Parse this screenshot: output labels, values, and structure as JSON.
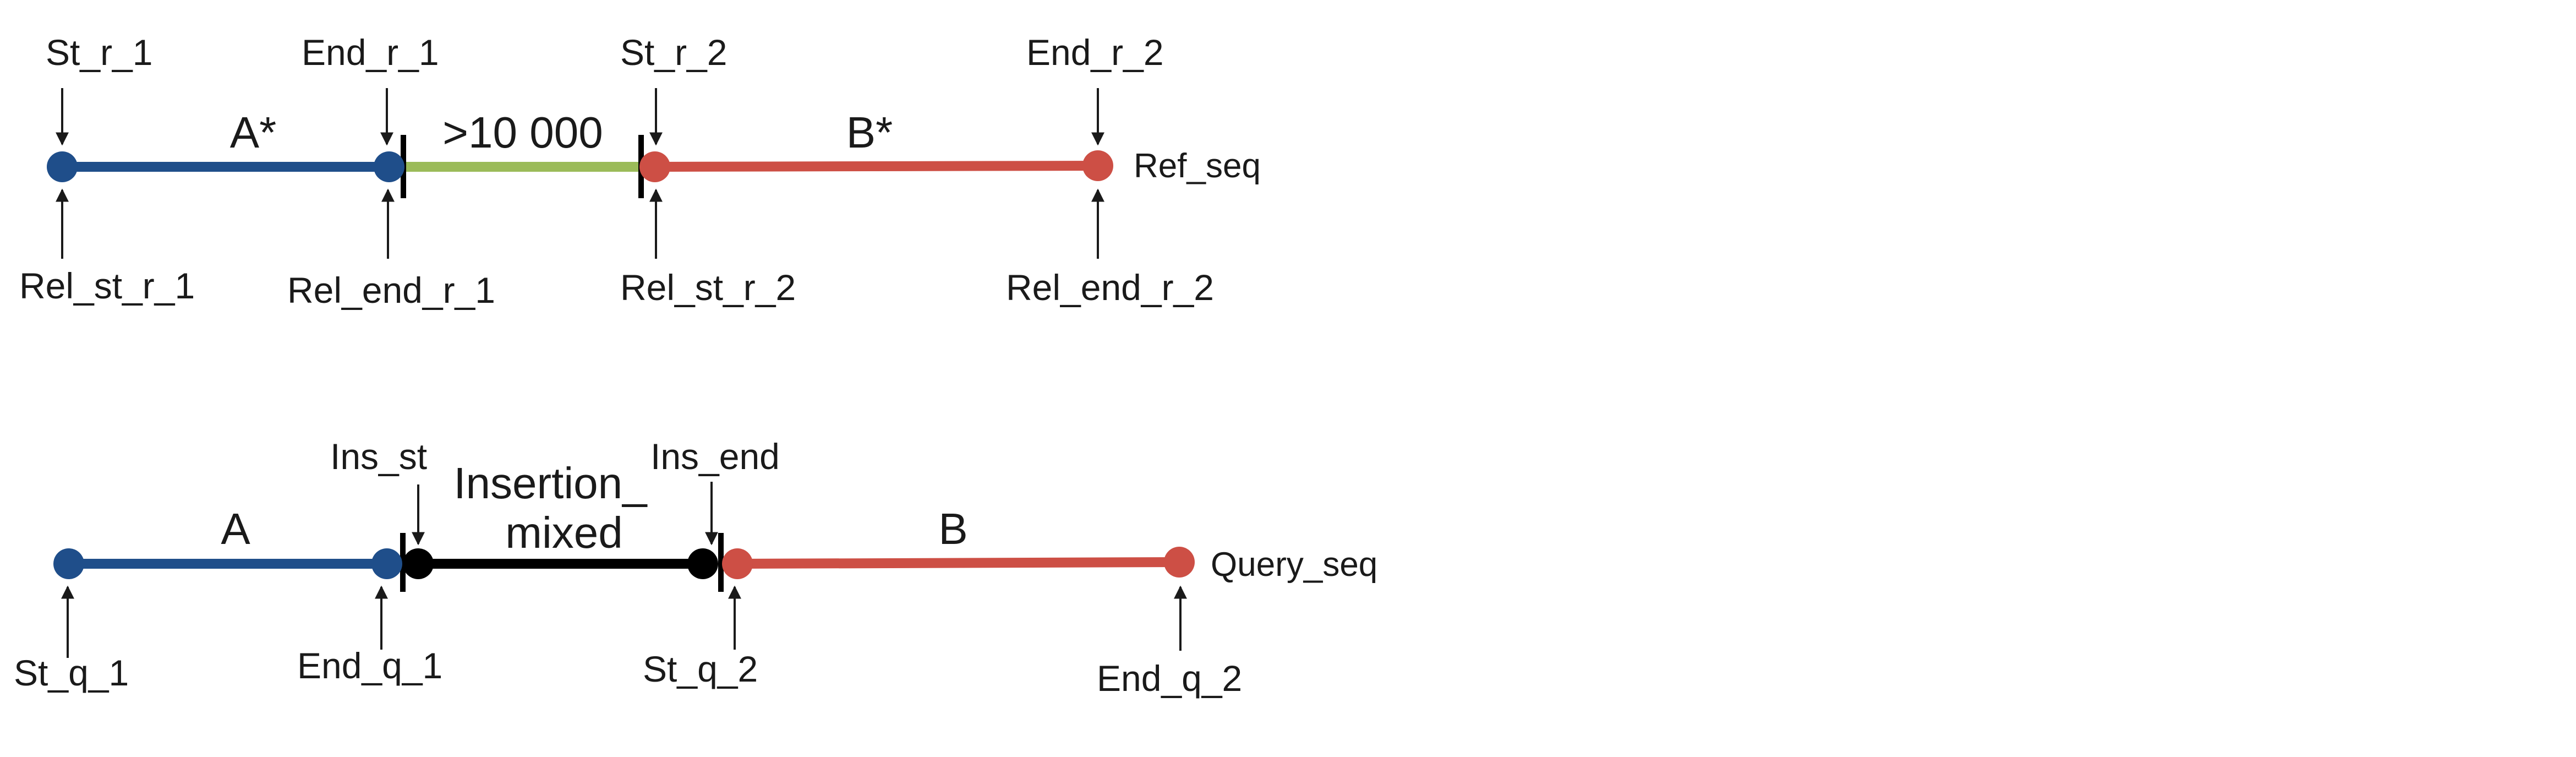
{
  "colors": {
    "blue": "#1f4e8a",
    "green": "#9bbb59",
    "red": "#cd4f45",
    "black": "#000000",
    "arrow": "#1a1a1a"
  },
  "reference": {
    "sequence_label": "Ref_seq",
    "segments": {
      "a": "A*",
      "gap": ">10 000",
      "b": "B*"
    },
    "top_labels": {
      "st_r_1": "St_r_1",
      "end_r_1": "End_r_1",
      "st_r_2": "St_r_2",
      "end_r_2": "End_r_2"
    },
    "bottom_labels": {
      "rel_st_r_1": "Rel_st_r_1",
      "rel_end_r_1": "Rel_end_r_1",
      "rel_st_r_2": "Rel_st_r_2",
      "rel_end_r_2": "Rel_end_r_2"
    }
  },
  "query": {
    "sequence_label": "Query_seq",
    "segments": {
      "a": "A",
      "insertion_line1": "Insertion_",
      "insertion_line2": "mixed",
      "b": "B"
    },
    "top_labels": {
      "ins_st": "Ins_st",
      "ins_end": "Ins_end"
    },
    "bottom_labels": {
      "st_q_1": "St_q_1",
      "end_q_1": "End_q_1",
      "st_q_2": "St_q_2",
      "end_q_2": "End_q_2"
    }
  }
}
